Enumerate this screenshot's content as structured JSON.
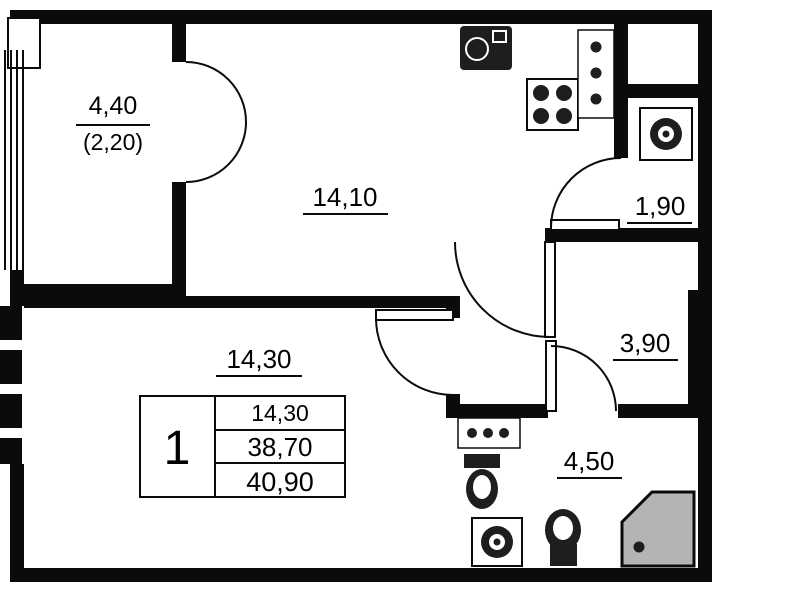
{
  "document": {
    "type": "apartment-floor-plan"
  },
  "rooms": {
    "balcony": {
      "area": "4,40",
      "area_reduced": "(2,20)"
    },
    "kitchen_living": {
      "area": "14,10"
    },
    "storage": {
      "area": "1,90"
    },
    "hallway": {
      "area": "3,90"
    },
    "bathroom": {
      "area": "4,50"
    },
    "living_room": {
      "area": "14,30"
    }
  },
  "summary_table": {
    "rooms_count": "1",
    "living_area": "14,30",
    "apartment_area": "38,70",
    "total_area": "40,90"
  },
  "icons": [
    "kitchen-sink-icon",
    "stove-icon",
    "vent-shaft-icon",
    "washing-machine-icon",
    "toilet-icon",
    "counter-icon",
    "washbasin-icon",
    "shower-cabin-icon",
    "door-swing-icon",
    "window-icon"
  ],
  "colors": {
    "wall": "#0b0b0b",
    "fixture_dark": "#1e1e1e",
    "shower_gray": "#b4b4b4"
  }
}
